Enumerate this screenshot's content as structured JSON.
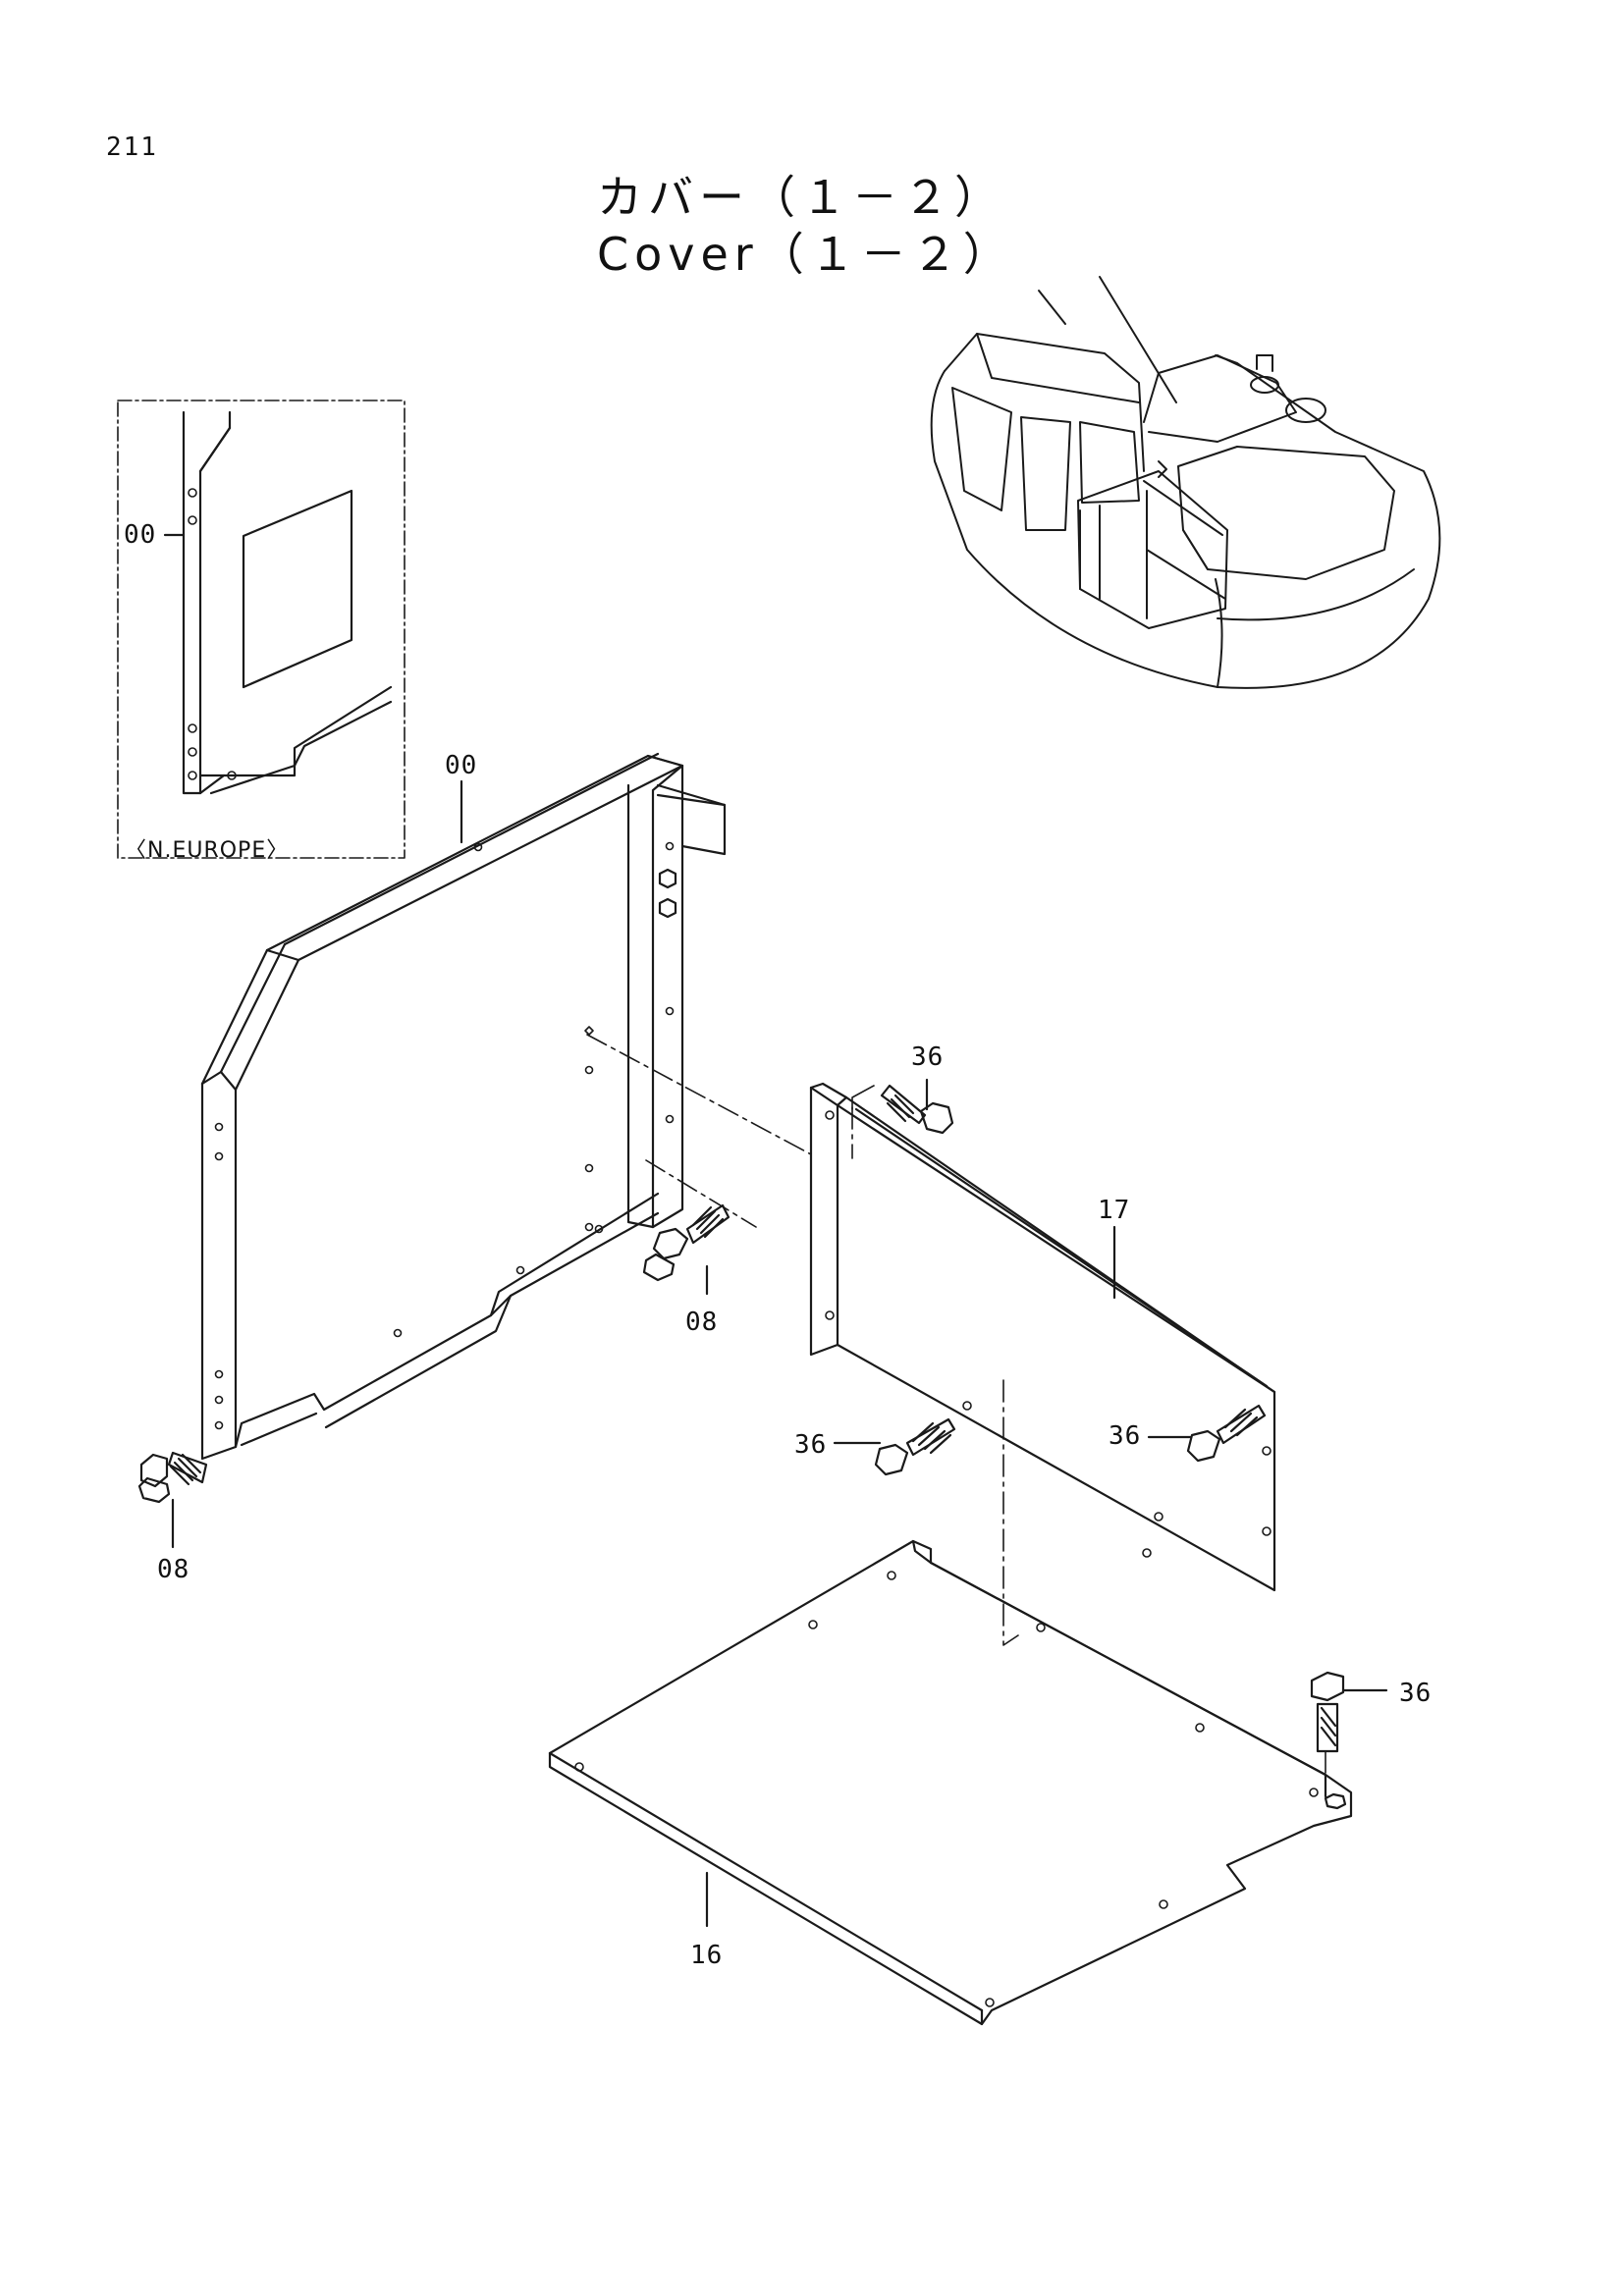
{
  "page_number": "211",
  "title_jp": "カバー（１－２）",
  "title_en": "Cover（１－２）",
  "inset_variant_label": "〈N.EUROPE〉",
  "callouts": {
    "inset_frame": "00",
    "frame": "00",
    "bolt_frame_inner": "08",
    "bolt_frame_outer": "08",
    "bolt_plate_top": "36",
    "plate": "17",
    "bolt_plate_left": "36",
    "bolt_plate_right": "36",
    "bolt_floor": "36",
    "floor_cover": "16"
  }
}
